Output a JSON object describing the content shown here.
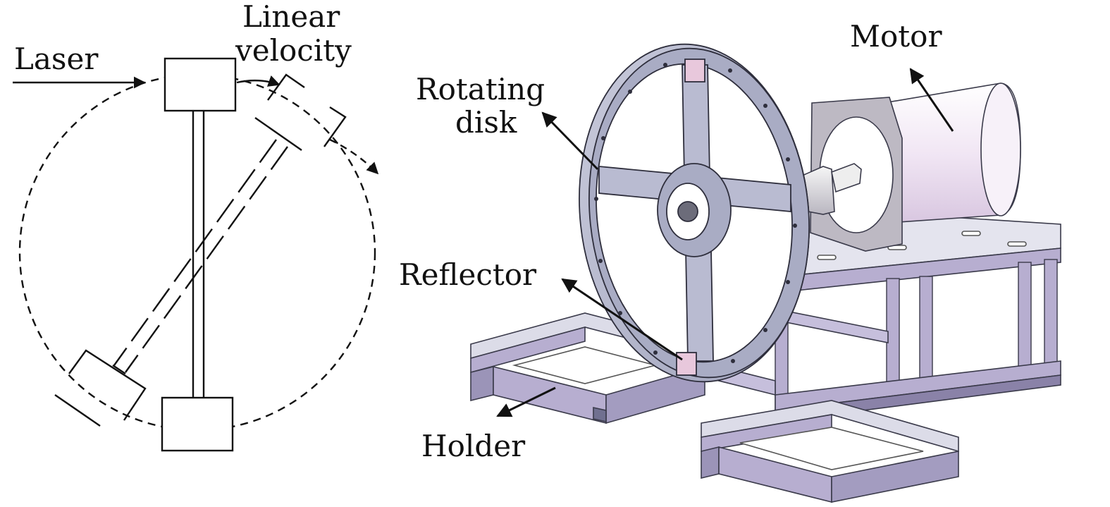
{
  "schematic": {
    "laser_label": "Laser",
    "velocity_label_line1": "Linear",
    "velocity_label_line2": "velocity"
  },
  "rendering": {
    "rotating_disk_line1": "Rotating",
    "rotating_disk_line2": "disk",
    "motor_label": "Motor",
    "reflector_label": "Reflector",
    "holder_label": "Holder"
  },
  "colors": {
    "line": "#111111",
    "metal_light": "#dcdce8",
    "metal_mid": "#b4b6cc",
    "metal_dark": "#7f8199",
    "frame_purple": "#b7aed0",
    "frame_purple_dark": "#8a82a8",
    "motor_body": "#efe6f3",
    "reflector_pink": "#e8c8dc"
  }
}
